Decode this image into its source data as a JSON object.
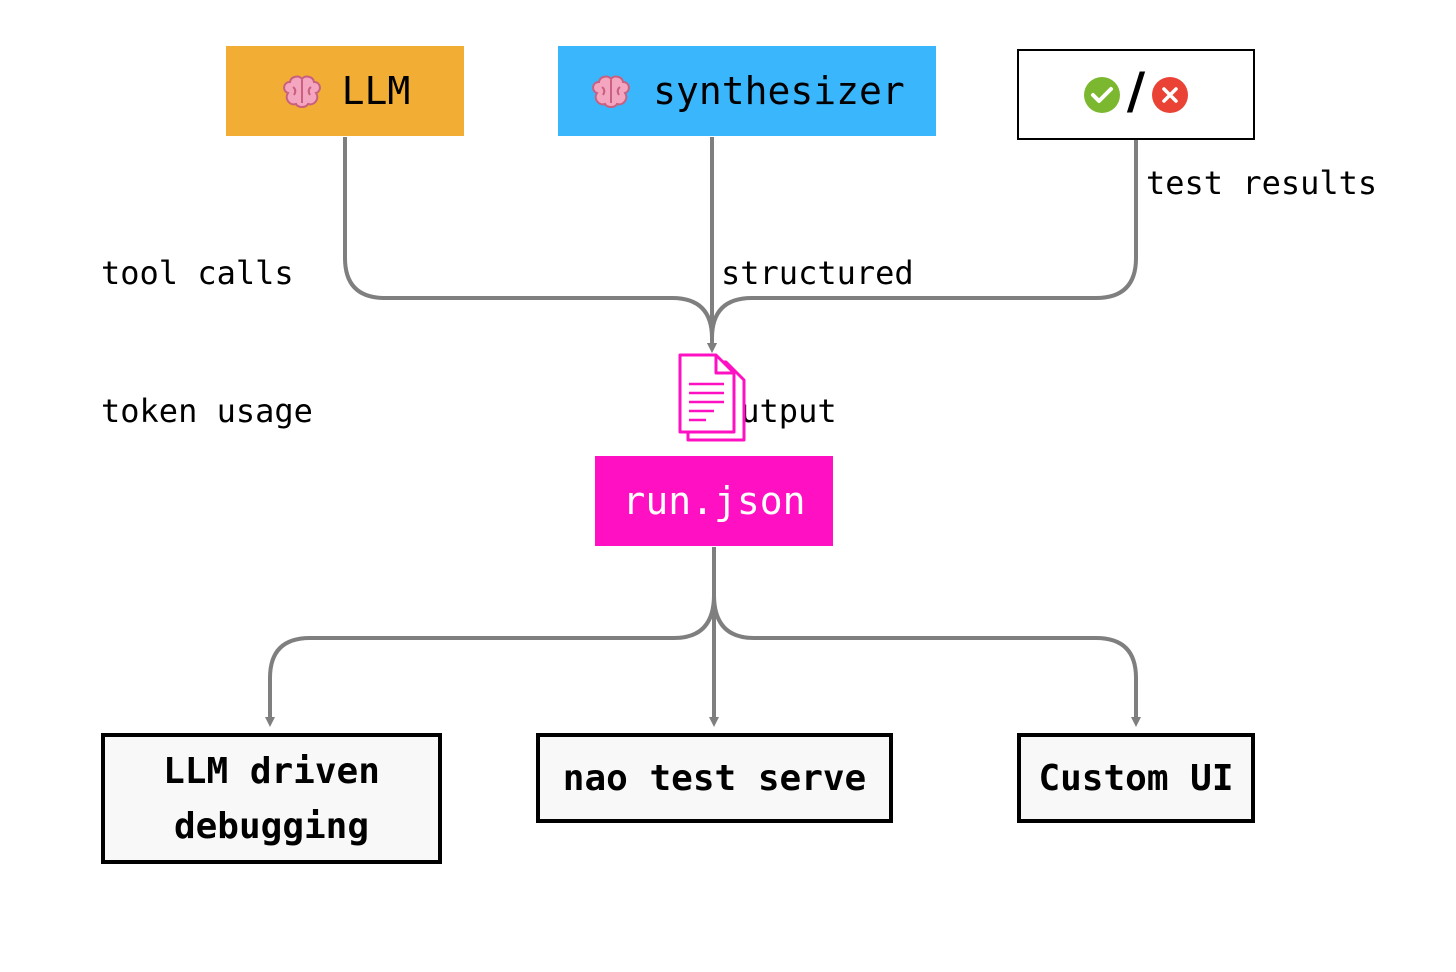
{
  "sources": {
    "llm": {
      "label": "LLM",
      "icon": "brain-icon",
      "color": "#f2ad35"
    },
    "synthesizer": {
      "label": "synthesizer",
      "icon": "brain-icon",
      "color": "#3ab6fd"
    },
    "tests": {
      "separator": "/",
      "icons": [
        "check-circle-icon",
        "x-circle-icon"
      ]
    }
  },
  "edge_labels": {
    "llm_line1": "tool calls",
    "llm_line2": "token usage",
    "synth_line1": "structured",
    "synth_line2": "output",
    "tests": "test results"
  },
  "hub": {
    "label": "run.json",
    "icon": "document-icon",
    "color": "#ff10c3"
  },
  "outputs": {
    "debugging_line1": "LLM driven",
    "debugging_line2": "debugging",
    "serve": "nao test serve",
    "custom_ui": "Custom UI"
  },
  "colors": {
    "connector": "#7f7f7f",
    "check": "#7cb82f",
    "cross": "#ea4335"
  }
}
